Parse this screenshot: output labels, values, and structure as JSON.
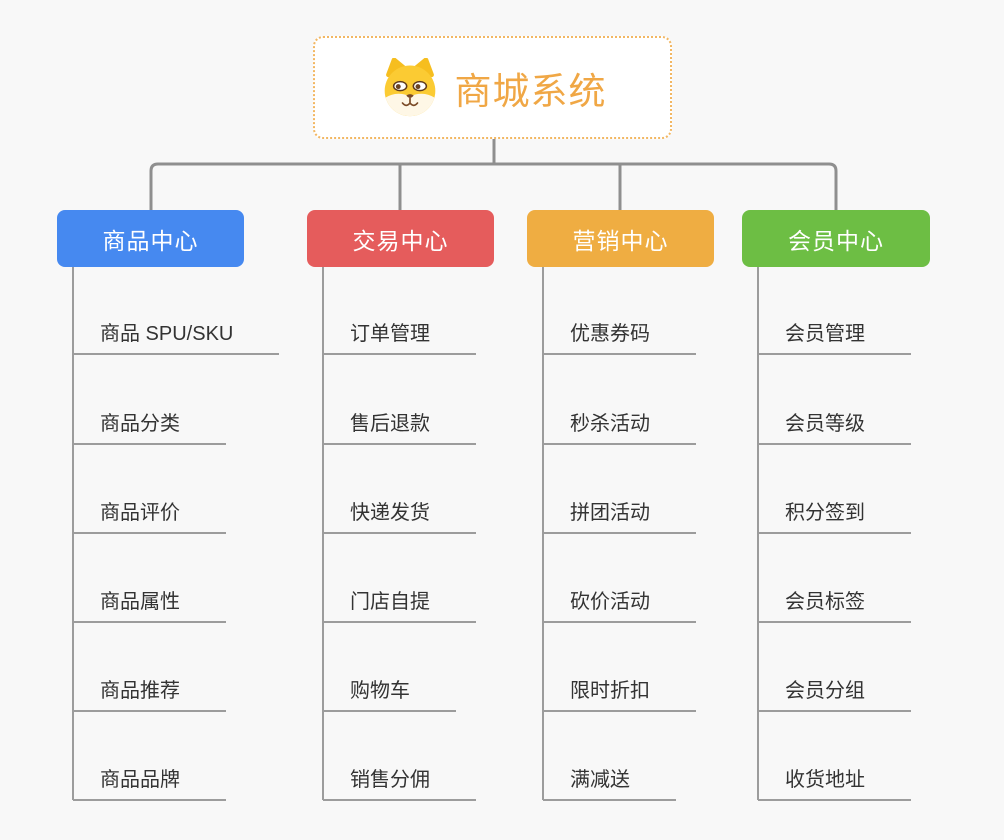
{
  "app": {
    "background_color": "#F8F8F8",
    "connector_color": "#8F8F8F",
    "underline_color": "#9C9C9C"
  },
  "root": {
    "title": "商城系统",
    "icon": "shiba-dog-face-icon",
    "text_color": "#F0A745",
    "border_color": "#F2B763",
    "background": "#FFFFFF"
  },
  "branches": [
    {
      "label": "商品中心",
      "color": "#4689F0",
      "items": [
        "商品 SPU/SKU",
        "商品分类",
        "商品评价",
        "商品属性",
        "商品推荐",
        "商品品牌"
      ]
    },
    {
      "label": "交易中心",
      "color": "#E55C5C",
      "items": [
        "订单管理",
        "售后退款",
        "快递发货",
        "门店自提",
        "购物车",
        "销售分佣"
      ]
    },
    {
      "label": "营销中心",
      "color": "#EFAD42",
      "items": [
        "优惠券码",
        "秒杀活动",
        "拼团活动",
        "砍价活动",
        "限时折扣",
        "满减送"
      ]
    },
    {
      "label": "会员中心",
      "color": "#6DBE44",
      "items": [
        "会员管理",
        "会员等级",
        "积分签到",
        "会员标签",
        "会员分组",
        "收货地址"
      ]
    }
  ]
}
